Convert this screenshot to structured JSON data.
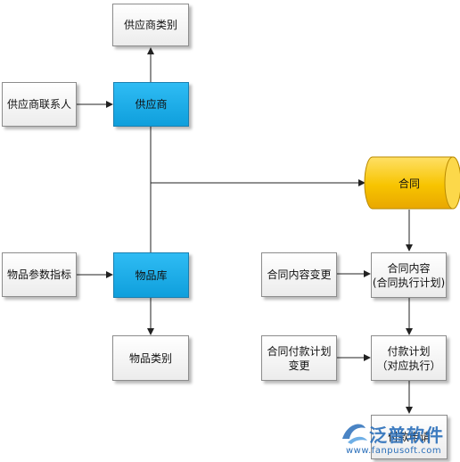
{
  "nodes": {
    "supplier_category": "供应商类别",
    "supplier_contact": "供应商联系人",
    "supplier": "供应商",
    "contract": "合同",
    "item_param": "物品参数指标",
    "item_library": "物品库",
    "contract_change": "合同内容变更",
    "contract_content": "合同内容\n(合同执行计划)",
    "item_category": "物品类别",
    "payment_plan_change": "合同付款计划\n变更",
    "payment_plan": "付款计划\n（对应执行）",
    "payment_request": "付款申请"
  },
  "watermark": {
    "brand": "泛普软件",
    "url": "www.fanpusoft.com"
  },
  "colors": {
    "highlight_blue": "#1aa8e6",
    "contract_yellow": "#f5b800",
    "line": "#222222"
  }
}
